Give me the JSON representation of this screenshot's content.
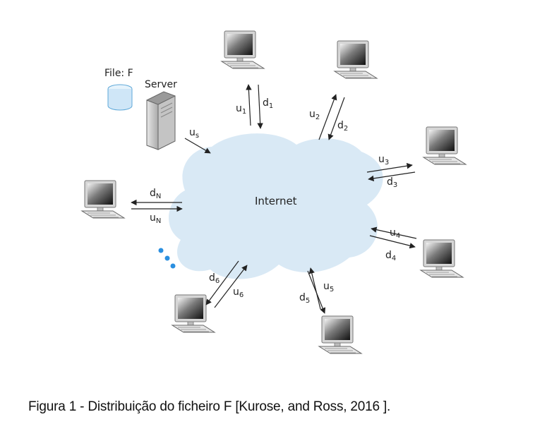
{
  "diagram": {
    "file_label": "File: F",
    "server_label": "Server",
    "server_link": {
      "base": "u",
      "sub": "s"
    },
    "cloud_label": "Internet",
    "peers": [
      {
        "id": "1",
        "up": {
          "base": "u",
          "sub": "1"
        },
        "down": {
          "base": "d",
          "sub": "1"
        }
      },
      {
        "id": "2",
        "up": {
          "base": "u",
          "sub": "2"
        },
        "down": {
          "base": "d",
          "sub": "2"
        }
      },
      {
        "id": "3",
        "up": {
          "base": "u",
          "sub": "3"
        },
        "down": {
          "base": "d",
          "sub": "3"
        }
      },
      {
        "id": "4",
        "up": {
          "base": "u",
          "sub": "4"
        },
        "down": {
          "base": "d",
          "sub": "4"
        }
      },
      {
        "id": "5",
        "up": {
          "base": "u",
          "sub": "5"
        },
        "down": {
          "base": "d",
          "sub": "5"
        }
      },
      {
        "id": "6",
        "up": {
          "base": "u",
          "sub": "6"
        },
        "down": {
          "base": "d",
          "sub": "6"
        }
      },
      {
        "id": "N",
        "up": {
          "base": "u",
          "sub": "N"
        },
        "down": {
          "base": "d",
          "sub": "N"
        }
      }
    ],
    "colors": {
      "cloud": "#d9e9f5",
      "database": "#cfe6f7",
      "dots": "#2a8fe0",
      "arrow": "#222222"
    }
  },
  "caption": "Figura 1 - Distribuição do ficheiro F [Kurose, and Ross, 2016 ]."
}
